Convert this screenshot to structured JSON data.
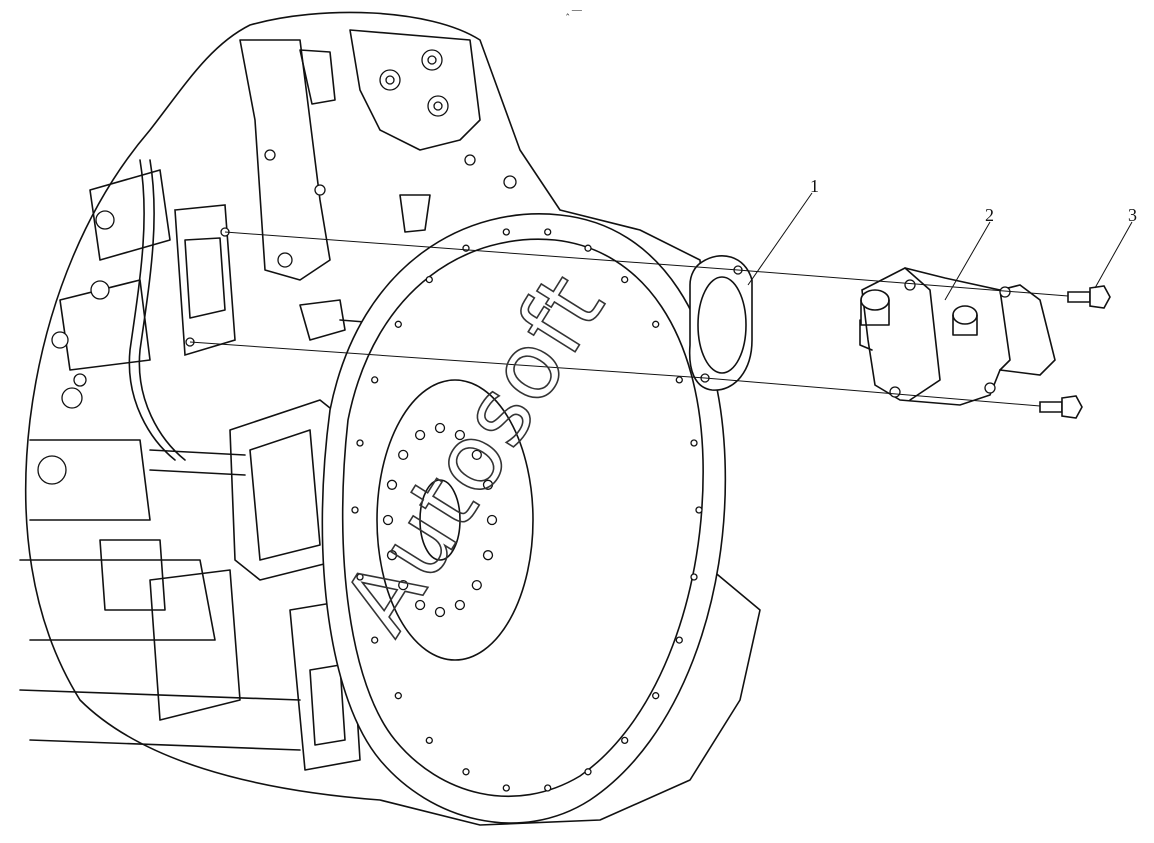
{
  "figure": {
    "top_mark": "‸ —",
    "watermark": "Autosoft",
    "callouts": [
      {
        "number": "1"
      },
      {
        "number": "2"
      },
      {
        "number": "3"
      }
    ]
  }
}
